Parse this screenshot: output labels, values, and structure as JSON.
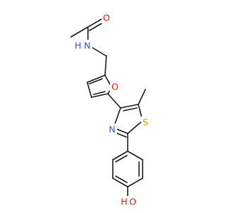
{
  "molecule": {
    "atoms": {
      "carbonyl_oxygen": {
        "label": "O",
        "color": "#ff0d0d"
      },
      "amide_nitrogen": {
        "label": "N",
        "color": "#3050f8"
      },
      "amide_hydrogen": {
        "label": "H",
        "color": "#3050f8"
      },
      "furan_oxygen": {
        "label": "O",
        "color": "#ff0d0d"
      },
      "thiazole_nitrogen": {
        "label": "N",
        "color": "#3050f8"
      },
      "thiazole_sulfur": {
        "label": "S",
        "color": "#c8a000"
      },
      "hydroxyl_oxygen": {
        "label": "O",
        "color": "#ff0d0d"
      },
      "hydroxyl_hydrogen": {
        "label": "H",
        "color": "#ff0d0d"
      }
    }
  }
}
